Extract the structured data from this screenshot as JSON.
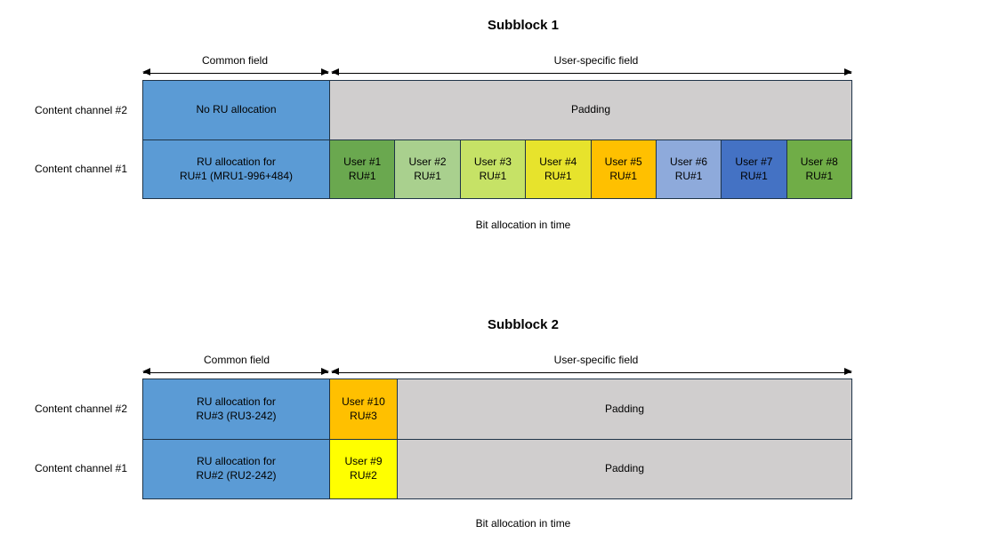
{
  "colors": {
    "common_field": "#5b9bd5",
    "padding": "#d0cece",
    "cell_border": "#1f3448",
    "arrow": "#000000"
  },
  "subblock1": {
    "title": "Subblock 1",
    "common_field_label": "Common field",
    "user_field_label": "User-specific field",
    "bottom_label": "Bit allocation in time",
    "row_channel2": {
      "channel_label": "Content channel #2",
      "common_cell": "No RU allocation",
      "common_color": "#5b9bd5",
      "padding_cell": "Padding",
      "padding_color": "#d0cece"
    },
    "row_channel1": {
      "channel_label": "Content channel #1",
      "common_cell_line1": "RU allocation for",
      "common_cell_line2": "RU#1 (MRU1-996+484)",
      "common_color": "#5b9bd5",
      "users": [
        {
          "line1": "User #1",
          "line2": "RU#1",
          "color": "#6aa84f"
        },
        {
          "line1": "User #2",
          "line2": "RU#1",
          "color": "#a9d08e"
        },
        {
          "line1": "User #3",
          "line2": "RU#1",
          "color": "#c6e266"
        },
        {
          "line1": "User #4",
          "line2": "RU#1",
          "color": "#e7e32c"
        },
        {
          "line1": "User #5",
          "line2": "RU#1",
          "color": "#ffc000"
        },
        {
          "line1": "User #6",
          "line2": "RU#1",
          "color": "#8eaadb"
        },
        {
          "line1": "User #7",
          "line2": "RU#1",
          "color": "#4472c4"
        },
        {
          "line1": "User #8",
          "line2": "RU#1",
          "color": "#70ad47"
        }
      ]
    }
  },
  "subblock2": {
    "title": "Subblock 2",
    "common_field_label": "Common field",
    "user_field_label": "User-specific field",
    "bottom_label": "Bit allocation in time",
    "row_channel2": {
      "channel_label": "Content channel #2",
      "common_cell_line1": "RU allocation for",
      "common_cell_line2": "RU#3 (RU3-242)",
      "common_color": "#5b9bd5",
      "user": {
        "line1": "User #10",
        "line2": "RU#3",
        "color": "#ffc000"
      },
      "padding_cell": "Padding",
      "padding_color": "#d0cece"
    },
    "row_channel1": {
      "channel_label": "Content channel #1",
      "common_cell_line1": "RU allocation for",
      "common_cell_line2": "RU#2 (RU2-242)",
      "common_color": "#5b9bd5",
      "user": {
        "line1": "User #9",
        "line2": "RU#2",
        "color": "#ffff00"
      },
      "padding_cell": "Padding",
      "padding_color": "#d0cece"
    }
  }
}
